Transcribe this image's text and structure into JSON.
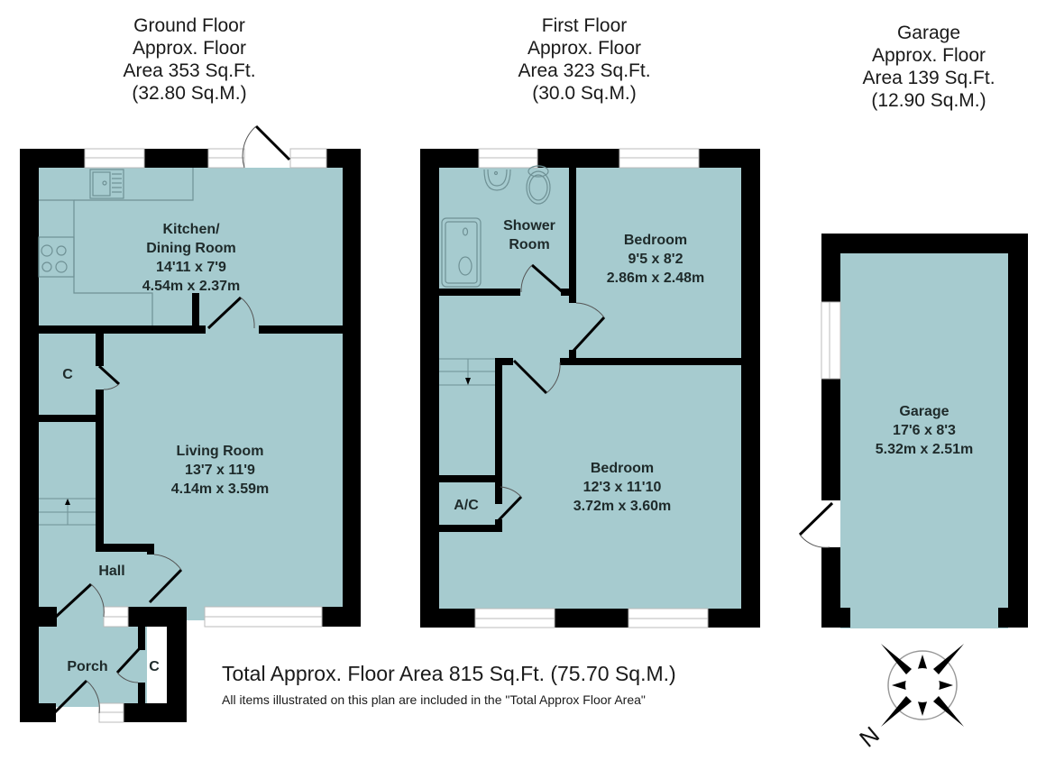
{
  "colors": {
    "floor_fill": "#a6cbcf",
    "wall": "#000000",
    "window": "#ffffff",
    "fixture_line": "#6f9195",
    "text": "#1a1a1a"
  },
  "floors": [
    {
      "id": "ground",
      "title_lines": [
        "Ground Floor",
        "Approx. Floor",
        "Area 353 Sq.Ft.",
        "(32.80 Sq.M.)"
      ],
      "rooms": [
        {
          "name": "Kitchen/",
          "name2": "Dining Room",
          "imperial": "14'11 x 7'9",
          "metric": "4.54m x 2.37m"
        },
        {
          "name": "Living Room",
          "imperial": "13'7 x 11'9",
          "metric": "4.14m x 3.59m"
        },
        {
          "name": "C"
        },
        {
          "name": "Hall"
        },
        {
          "name": "Porch"
        },
        {
          "name": "C"
        }
      ]
    },
    {
      "id": "first",
      "title_lines": [
        "First Floor",
        "Approx. Floor",
        "Area 323 Sq.Ft.",
        "(30.0 Sq.M.)"
      ],
      "rooms": [
        {
          "name": "Shower",
          "name2": "Room"
        },
        {
          "name": "Bedroom",
          "imperial": "9'5 x 8'2",
          "metric": "2.86m x 2.48m"
        },
        {
          "name": "Bedroom",
          "imperial": "12'3 x 11'10",
          "metric": "3.72m x 3.60m"
        },
        {
          "name": "A/C"
        }
      ]
    },
    {
      "id": "garage",
      "title_lines": [
        "Garage",
        "Approx. Floor",
        "Area 139 Sq.Ft.",
        "(12.90 Sq.M.)"
      ],
      "rooms": [
        {
          "name": "Garage",
          "imperial": "17'6 x 8'3",
          "metric": "5.32m x 2.51m"
        }
      ]
    }
  ],
  "footer": {
    "total_area": "Total Approx. Floor Area 815 Sq.Ft. (75.70 Sq.M.)",
    "disclaimer": "All items illustrated on this plan are included in the \"Total Approx Floor Area\""
  },
  "compass": {
    "icon": "compass-rose-icon",
    "north_label": "N"
  }
}
